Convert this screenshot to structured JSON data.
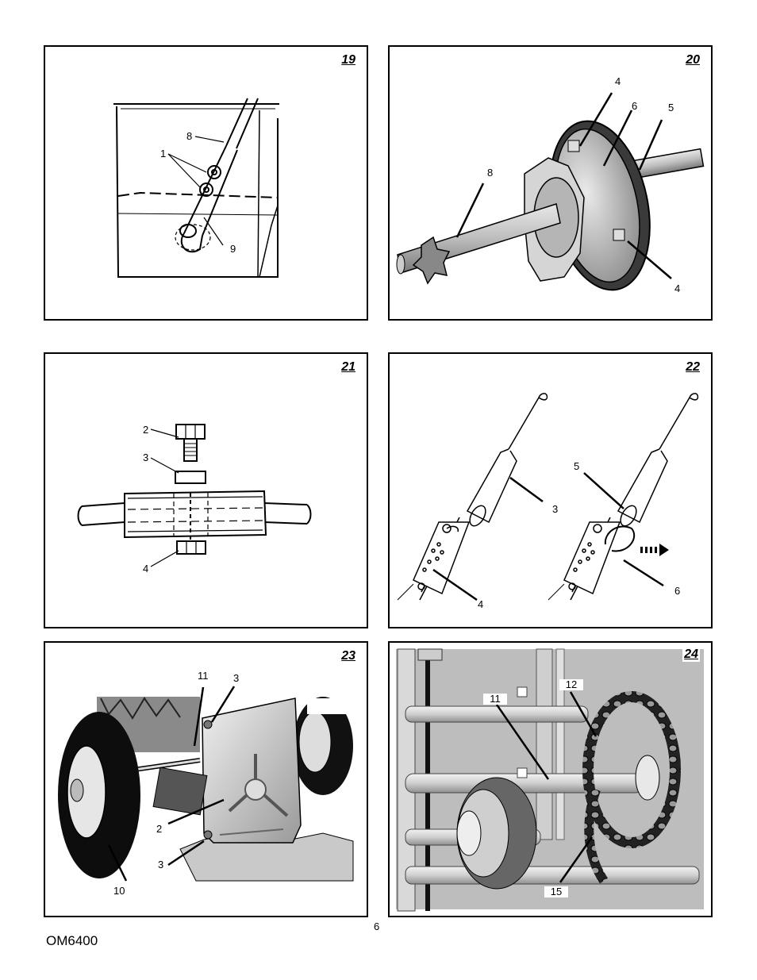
{
  "figures": {
    "f19": {
      "number": "19",
      "labels": {
        "l1": "1",
        "l8": "8",
        "l9": "9"
      }
    },
    "f20": {
      "number": "20",
      "labels": {
        "l4a": "4",
        "l6": "6",
        "l5": "5",
        "l8": "8",
        "l4b": "4"
      }
    },
    "f21": {
      "number": "21",
      "labels": {
        "l2": "2",
        "l3": "3",
        "l4": "4"
      }
    },
    "f22": {
      "number": "22",
      "labels": {
        "l3": "3",
        "l4": "4",
        "l5": "5",
        "l6": "6"
      }
    },
    "f23": {
      "number": "23",
      "labels": {
        "l11": "11",
        "l3a": "3",
        "l2": "2",
        "l3b": "3",
        "l10": "10"
      }
    },
    "f24": {
      "number": "24",
      "labels": {
        "l11": "11",
        "l12": "12",
        "l15": "15"
      }
    }
  },
  "footer": {
    "page_number": "6",
    "document_id": "OM6400"
  }
}
